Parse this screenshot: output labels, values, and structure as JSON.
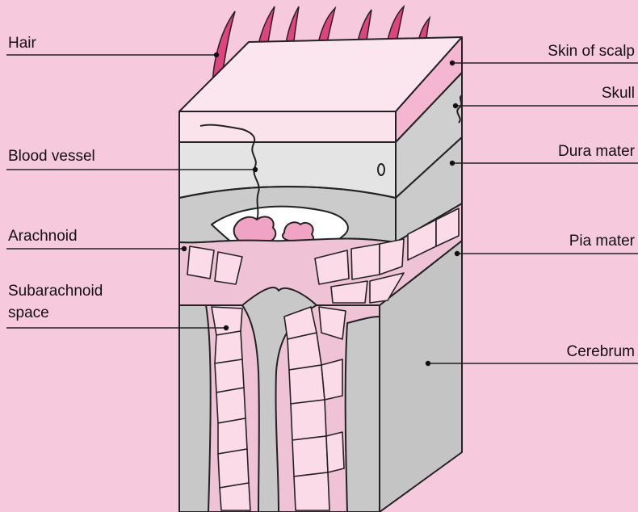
{
  "title_fragment": "",
  "labels_left": {
    "hair": "Hair",
    "blood_vessel": "Blood vessel",
    "arachnoid": "Arachnoid",
    "subarachnoid_line1": "Subarachnoid",
    "subarachnoid_line2": "space"
  },
  "labels_right": {
    "skin_of_scalp": "Skin of scalp",
    "skull": "Skull",
    "dura_mater": "Dura mater",
    "pia_mater": "Pia mater",
    "cerebrum": "Cerebrum"
  },
  "colors": {
    "background": "#f7c9dd",
    "scalp": "#f7e3ec",
    "skull": "#c7c7c7",
    "skull_light": "#e3e3e3",
    "hair": "#e0447f",
    "tissue_pink": "#e9a2c1",
    "cerebrum_gray": "#c2c2c2",
    "outline": "#222222"
  }
}
